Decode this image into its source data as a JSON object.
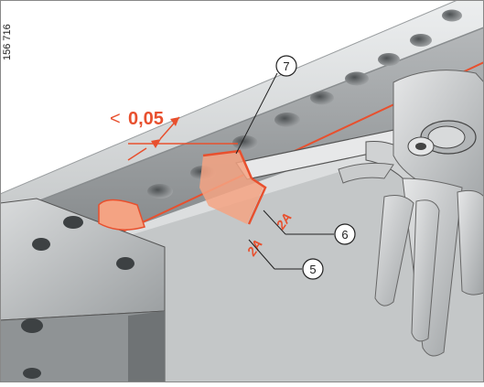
{
  "doc_id": "156 716",
  "callouts": [
    {
      "label": "7"
    },
    {
      "label": "6"
    },
    {
      "label": "5"
    }
  ],
  "tolerance": {
    "symbol": "<",
    "value": "0,05"
  },
  "marks": [
    {
      "label": "2A"
    },
    {
      "label": "2A"
    }
  ],
  "colors": {
    "accent": "#e8502e",
    "highlight": "#f4a383",
    "rail": "#d3d5d6",
    "rail_dark": "#8d9193",
    "hand": "#b9bcbe"
  }
}
